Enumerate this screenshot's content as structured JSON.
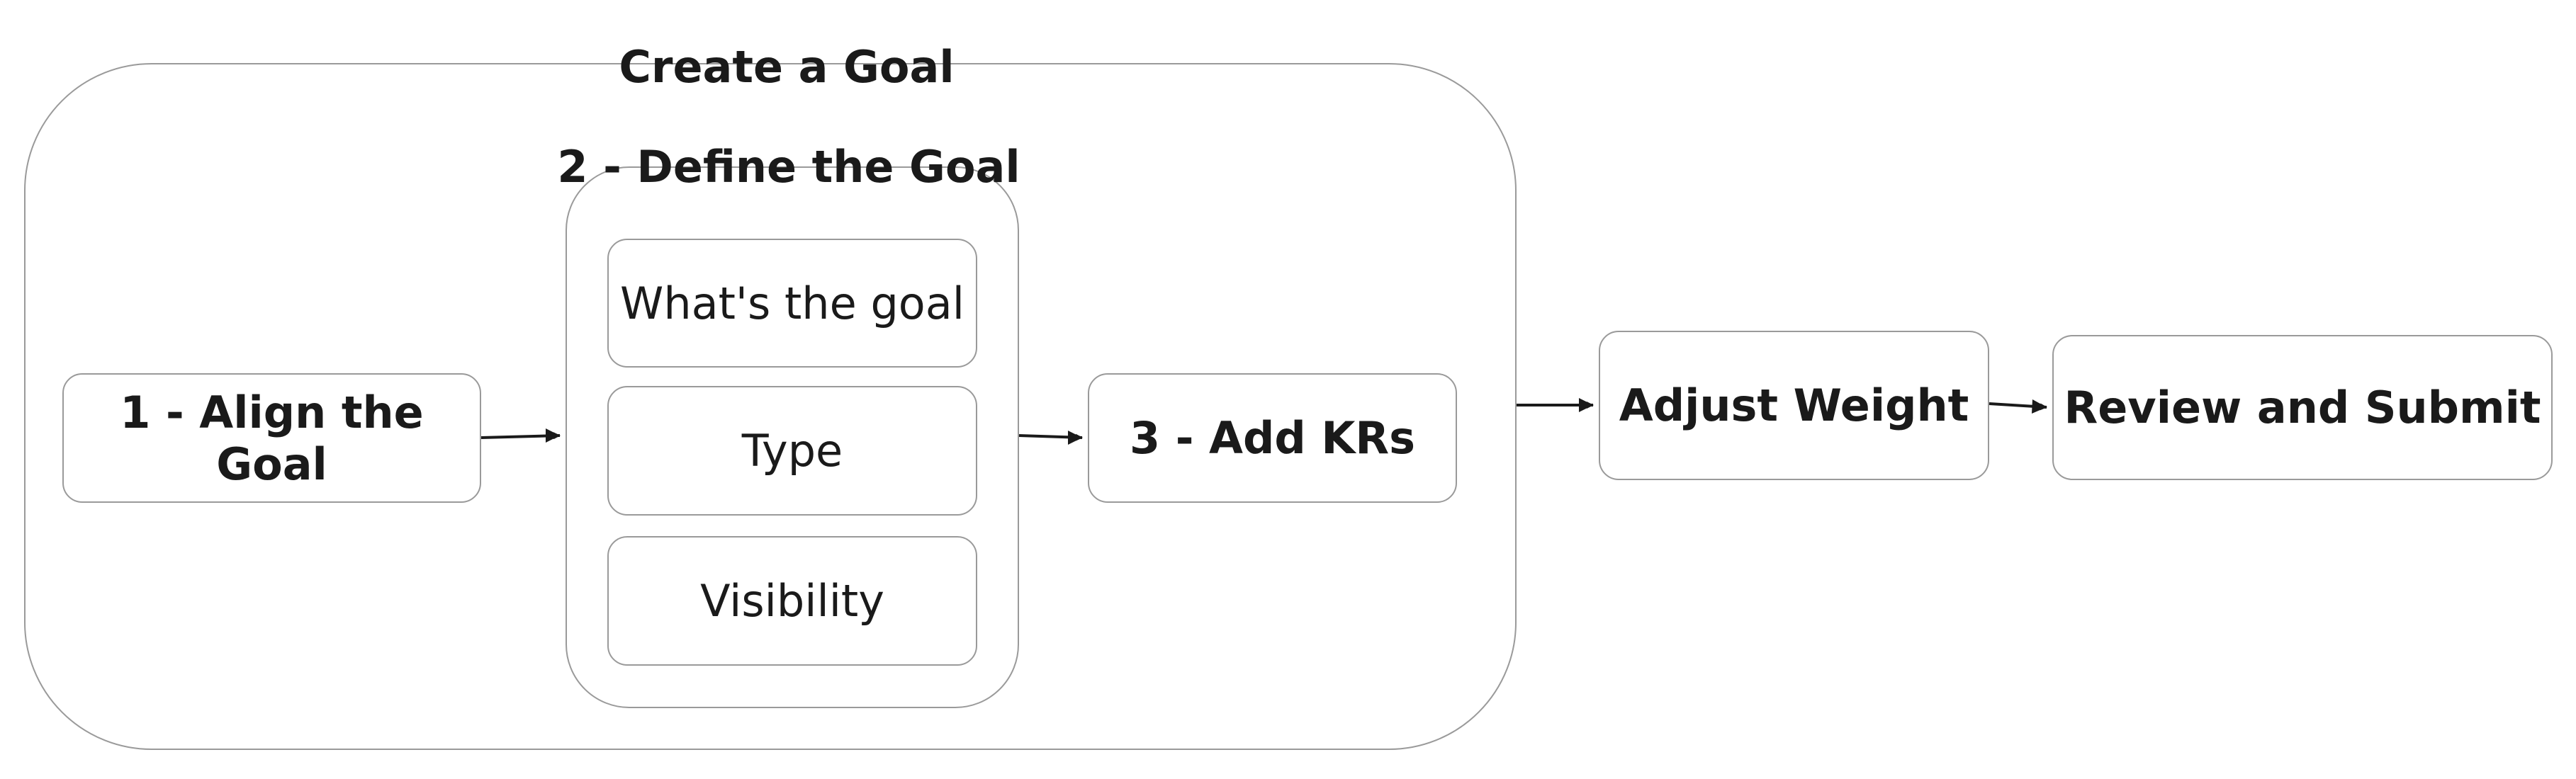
{
  "outer_group": {
    "title": "Create a Goal"
  },
  "inner_group": {
    "title": "2 - Define the Goal"
  },
  "steps": {
    "align": "1 - Align the Goal",
    "what": "What's the goal",
    "type": "Type",
    "visibility": "Visibility",
    "add_krs": "3 - Add KRs",
    "adjust_weight": "Adjust Weight",
    "review_submit": "Review and Submit"
  },
  "colors": {
    "border": "#9a9a9a",
    "text": "#1a1a1a",
    "arrow": "#1a1a1a"
  }
}
